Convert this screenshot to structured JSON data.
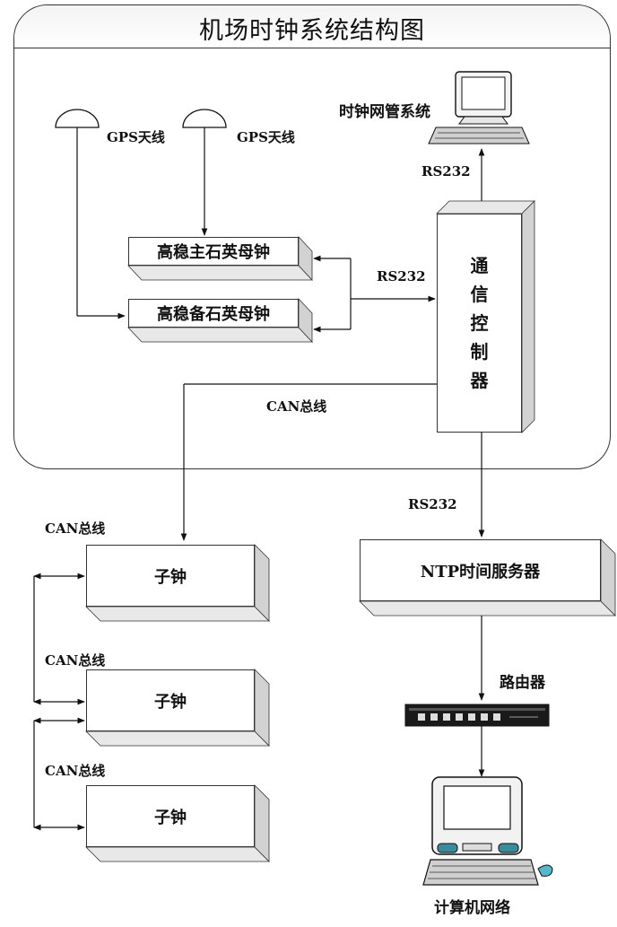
{
  "title": "机场时钟系统结构图",
  "labels": {
    "gps_antenna_1": "GPS天线",
    "gps_antenna_2": "GPS天线",
    "clock_mgmt": "时钟网管系统",
    "rs232_top": "RS232",
    "rs232_mid": "RS232",
    "rs232_bottom": "RS232",
    "can_bus_main": "CAN总线",
    "can_bus_1": "CAN总线",
    "can_bus_2": "CAN总线",
    "can_bus_3": "CAN总线",
    "router": "路由器",
    "computer_network": "计算机网络"
  },
  "boxes": {
    "master_clock_primary": "高稳主石英母钟",
    "master_clock_backup": "高稳备石英母钟",
    "comm_controller": [
      "通",
      "信",
      "控",
      "制",
      "器"
    ],
    "ntp_server": "NTP时间服务器",
    "sub_clock_1": "子钟",
    "sub_clock_2": "子钟",
    "sub_clock_3": "子钟"
  }
}
